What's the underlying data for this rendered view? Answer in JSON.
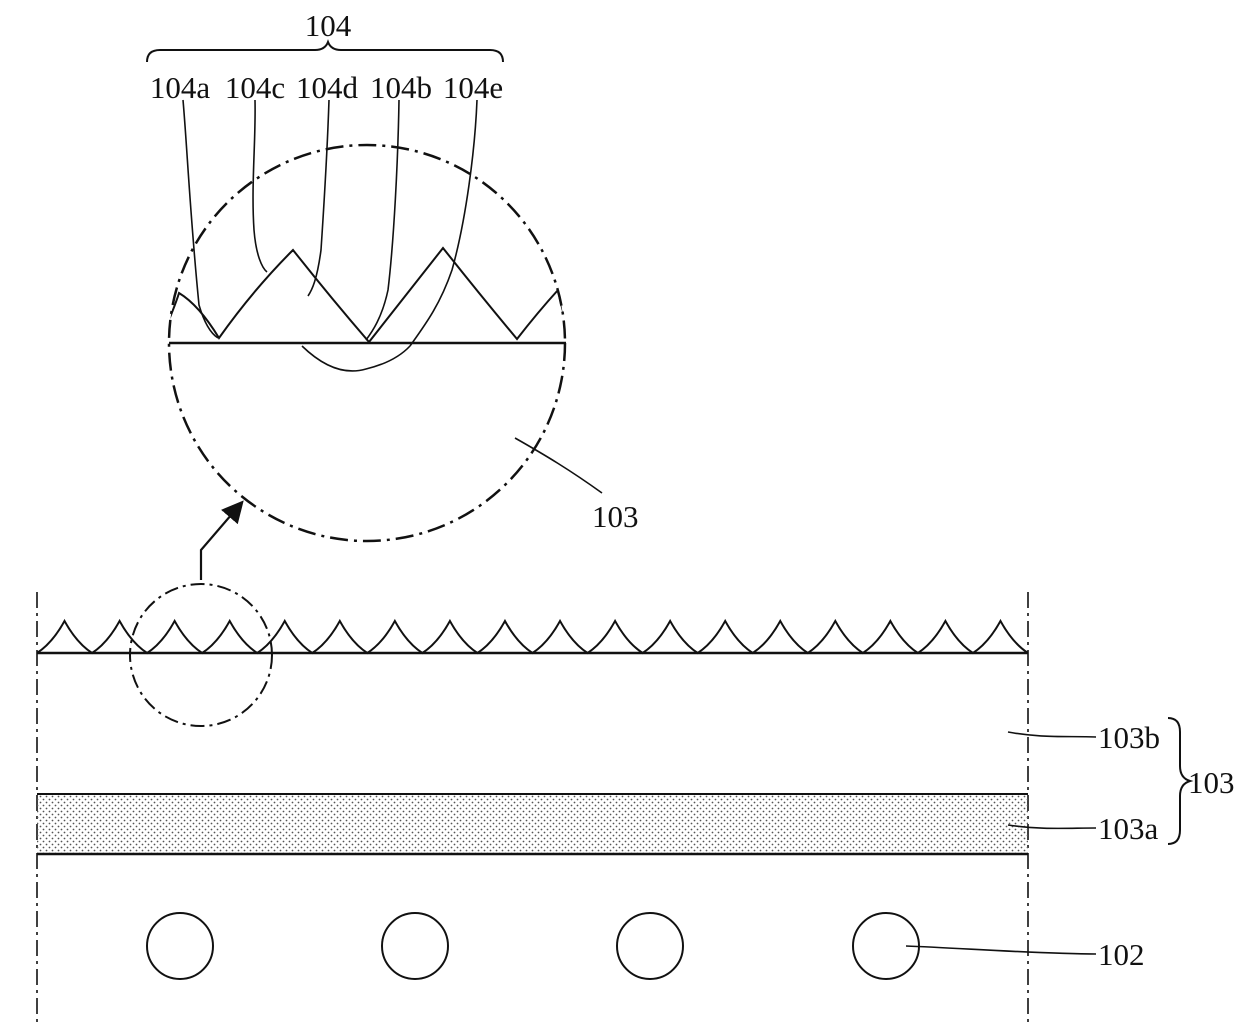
{
  "labels": {
    "group_104": "104",
    "l104a": "104a",
    "l104c": "104c",
    "l104d": "104d",
    "l104b": "104b",
    "l104e": "104e",
    "l103_detail": "103",
    "l103b": "103b",
    "l103a": "103a",
    "l103_group": "103",
    "l102": "102"
  },
  "colors": {
    "ink": "#111111",
    "dots": "#555555",
    "background": "#ffffff"
  },
  "elements": {
    "prism_count": 18,
    "lamp_count": 4
  }
}
